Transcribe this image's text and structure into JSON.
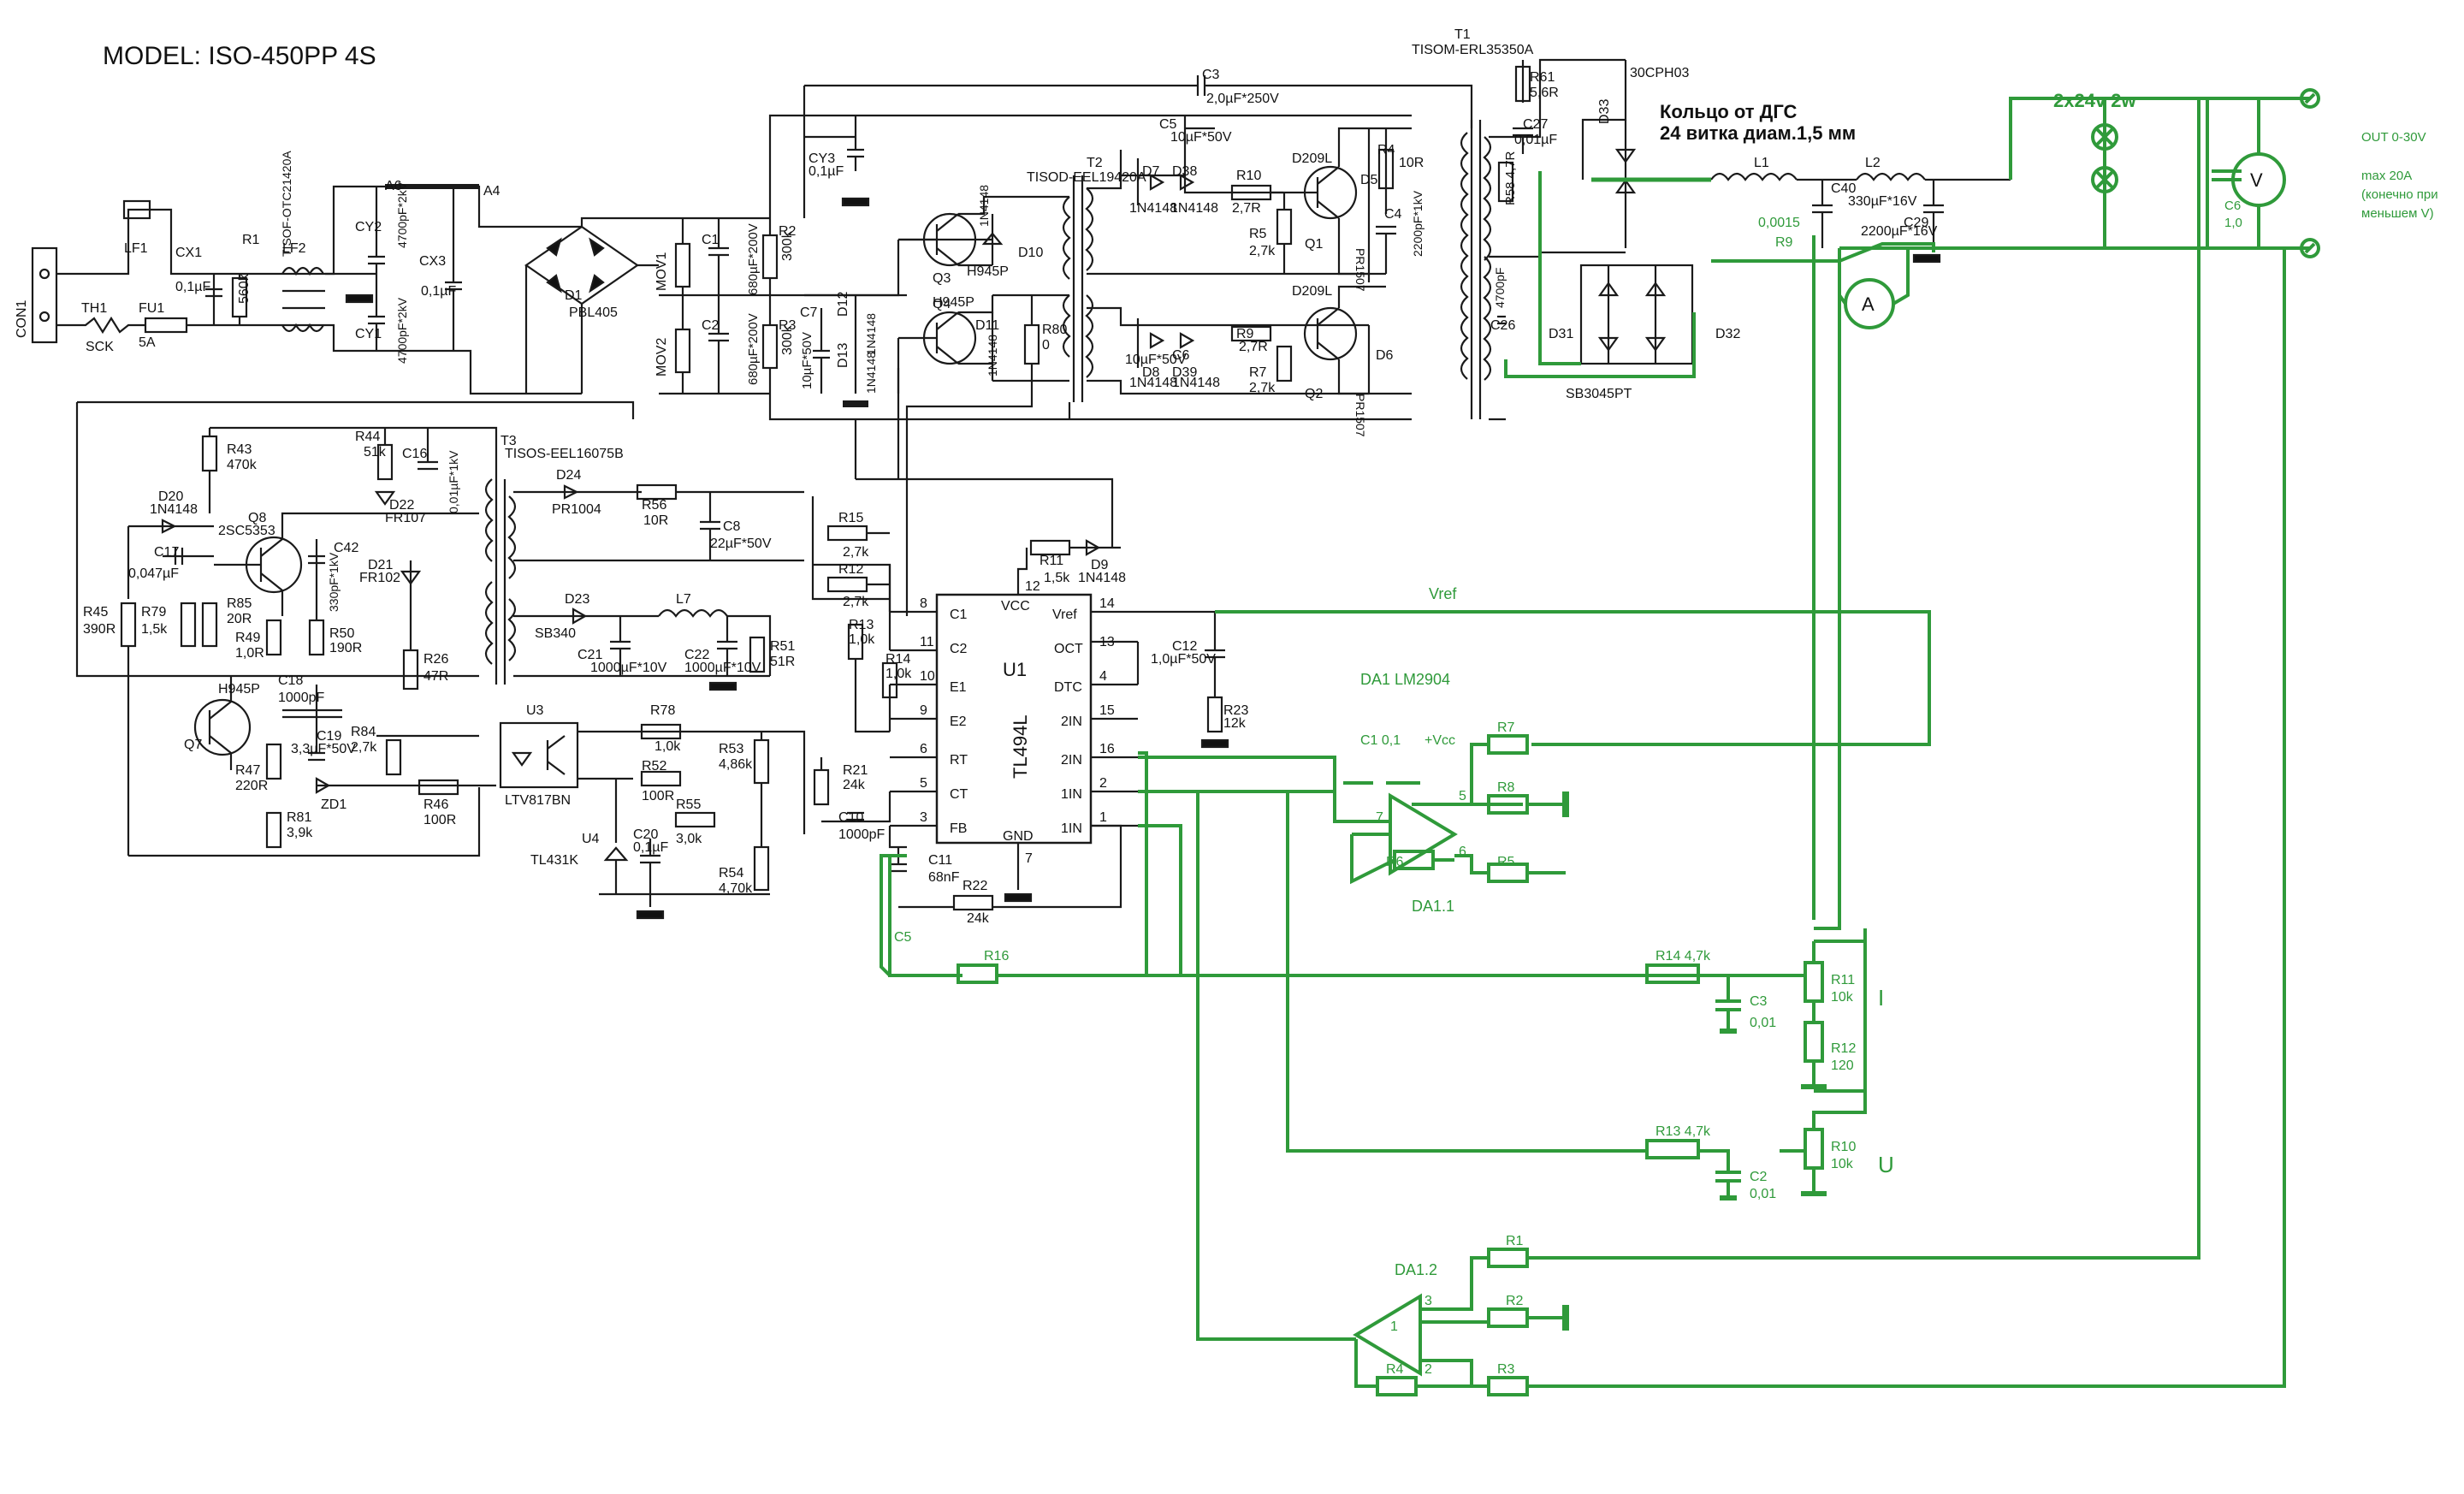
{
  "title": "MODEL: ISO-450PP 4S",
  "notes": {
    "ring": "Кольцо  от ДГС",
    "turns": "24  витка диам.1,5 мм",
    "lamps": "2x24v 2w",
    "out": "OUT 0-30V",
    "max": "max 20A",
    "max2": "(конечно при",
    "max3": "меньшем V)",
    "vref": "Vref",
    "da1": "DA1 LM2904",
    "da11": "DA1.1",
    "da12": "DA1.2",
    "I": "I",
    "U": "U",
    "vcc": "+Vcc",
    "A": "A",
    "V": "V",
    "c6": "C6",
    "c6v": "1,0",
    "r9": "0,0015",
    "r9n": "R9",
    "chip": "TL494L",
    "chipU": "U1"
  },
  "labels": [
    {
      "id": "CON1",
      "t": "CON1"
    },
    {
      "id": "LF1",
      "t": "LF1"
    },
    {
      "id": "TH1",
      "t": "TH1"
    },
    {
      "id": "SCK",
      "t": "SCK"
    },
    {
      "id": "FU1",
      "t": "FU1"
    },
    {
      "id": "5A",
      "t": "5A"
    },
    {
      "id": "CX1",
      "t": "CX1"
    },
    {
      "id": "CX1v",
      "t": "0,1µF"
    },
    {
      "id": "R1",
      "t": "R1"
    },
    {
      "id": "R1v",
      "t": "560k"
    },
    {
      "id": "LF2",
      "t": "LF2"
    },
    {
      "id": "LF2v",
      "t": "TISOF-OTC21420A"
    },
    {
      "id": "CY2",
      "t": "CY2"
    },
    {
      "id": "CY1",
      "t": "CY1"
    },
    {
      "id": "CY2v",
      "t": "4700pF*2kV"
    },
    {
      "id": "CY1v",
      "t": "4700pF*2kV"
    },
    {
      "id": "CX3",
      "t": "CX3"
    },
    {
      "id": "CX3v",
      "t": "0,1µF"
    },
    {
      "id": "A6",
      "t": "A6"
    },
    {
      "id": "A4",
      "t": "A4"
    },
    {
      "id": "D1",
      "t": "D1"
    },
    {
      "id": "D1v",
      "t": "PBL405"
    },
    {
      "id": "MOV1",
      "t": "MOV1"
    },
    {
      "id": "MOV2",
      "t": "MOV2"
    },
    {
      "id": "C1",
      "t": "C1"
    },
    {
      "id": "C1v",
      "t": "680µF*200V"
    },
    {
      "id": "C2",
      "t": "C2"
    },
    {
      "id": "C2v",
      "t": "680µF*200V"
    },
    {
      "id": "R2",
      "t": "R2"
    },
    {
      "id": "R2v",
      "t": "300k"
    },
    {
      "id": "R3",
      "t": "R3"
    },
    {
      "id": "R3v",
      "t": "300k"
    },
    {
      "id": "CY3",
      "t": "CY3"
    },
    {
      "id": "CY3v",
      "t": "0,1µF"
    },
    {
      "id": "C3",
      "t": "C3"
    },
    {
      "id": "C3v",
      "t": "2,0µF*250V"
    },
    {
      "id": "C7",
      "t": "C7"
    },
    {
      "id": "C7v",
      "t": "10µF*50V"
    },
    {
      "id": "D12",
      "t": "D12"
    },
    {
      "id": "D13",
      "t": "D13"
    },
    {
      "id": "D12v",
      "t": "1N4148"
    },
    {
      "id": "D13v",
      "t": "1N4148"
    },
    {
      "id": "Q3",
      "t": "Q3"
    },
    {
      "id": "Q4",
      "t": "Q4"
    },
    {
      "id": "H945P",
      "t": "H945P"
    },
    {
      "id": "H945P2",
      "t": "H945P"
    },
    {
      "id": "D10",
      "t": "D10"
    },
    {
      "id": "D11",
      "t": "D11"
    },
    {
      "id": "D10v",
      "t": "1N4148"
    },
    {
      "id": "D11v",
      "t": "1N4148"
    },
    {
      "id": "R80",
      "t": "R80"
    },
    {
      "id": "R80v",
      "t": "0"
    },
    {
      "id": "T2",
      "t": "T2"
    },
    {
      "id": "T2v",
      "t": "TISOD-EEL19420A"
    },
    {
      "id": "C5",
      "t": "C5"
    },
    {
      "id": "C5v",
      "t": "10µF*50V"
    },
    {
      "id": "D7",
      "t": "D7"
    },
    {
      "id": "D38",
      "t": "D38"
    },
    {
      "id": "D7v",
      "t": "1N4148"
    },
    {
      "id": "D38v",
      "t": "1N4148"
    },
    {
      "id": "R10",
      "t": "R10"
    },
    {
      "id": "R10v",
      "t": "2,7R"
    },
    {
      "id": "R5",
      "t": "R5"
    },
    {
      "id": "R5v",
      "t": "2,7k"
    },
    {
      "id": "C6b",
      "t": "C6"
    },
    {
      "id": "C6bv",
      "t": "10µF*50V"
    },
    {
      "id": "D8",
      "t": "D8"
    },
    {
      "id": "D39",
      "t": "D39"
    },
    {
      "id": "D8v",
      "t": "1N4148"
    },
    {
      "id": "D39v",
      "t": "1N4148"
    },
    {
      "id": "R9b",
      "t": "R9"
    },
    {
      "id": "R9bv",
      "t": "2,7R"
    },
    {
      "id": "R7b",
      "t": "R7"
    },
    {
      "id": "R7bv",
      "t": "2,7k"
    },
    {
      "id": "D209L",
      "t": "D209L"
    },
    {
      "id": "D209L2",
      "t": "D209L"
    },
    {
      "id": "Q1",
      "t": "Q1"
    },
    {
      "id": "Q2",
      "t": "Q2"
    },
    {
      "id": "D5",
      "t": "D5"
    },
    {
      "id": "D6",
      "t": "D6"
    },
    {
      "id": "PR1507",
      "t": "PR1507"
    },
    {
      "id": "PR1507b",
      "t": "PR1507"
    },
    {
      "id": "R4",
      "t": "R4"
    },
    {
      "id": "R4v",
      "t": "10R"
    },
    {
      "id": "C4",
      "t": "C4"
    },
    {
      "id": "C4v",
      "t": "2200pF*1kV"
    },
    {
      "id": "T1",
      "t": "T1"
    },
    {
      "id": "T1v",
      "t": "TISOM-ERL35350A"
    },
    {
      "id": "R61",
      "t": "R61"
    },
    {
      "id": "R61v",
      "t": "5,6R"
    },
    {
      "id": "C27",
      "t": "C27"
    },
    {
      "id": "C27v",
      "t": "0,01µF"
    },
    {
      "id": "R58",
      "t": "R58 4,7R"
    },
    {
      "id": "C26",
      "t": "C26"
    },
    {
      "id": "C26v",
      "t": "4700pF"
    },
    {
      "id": "D33",
      "t": "D33"
    },
    {
      "id": "30CPH03",
      "t": "30CPH03"
    },
    {
      "id": "D31",
      "t": "D31"
    },
    {
      "id": "D32",
      "t": "D32"
    },
    {
      "id": "SB3045PT",
      "t": "SB3045PT"
    },
    {
      "id": "L1",
      "t": "L1"
    },
    {
      "id": "L2",
      "t": "L2"
    },
    {
      "id": "C40",
      "t": "C40"
    },
    {
      "id": "C40v",
      "t": "330µF*16V"
    },
    {
      "id": "C29",
      "t": "C29"
    },
    {
      "id": "C29v",
      "t": "2200µF*16V"
    },
    {
      "id": "R43",
      "t": "R43"
    },
    {
      "id": "R43v",
      "t": "470k"
    },
    {
      "id": "R44",
      "t": "R44"
    },
    {
      "id": "R44v",
      "t": "51k"
    },
    {
      "id": "C16",
      "t": "C16"
    },
    {
      "id": "C16v",
      "t": "0,01µF*1kV"
    },
    {
      "id": "D22",
      "t": "D22"
    },
    {
      "id": "FR107",
      "t": "FR107"
    },
    {
      "id": "T3",
      "t": "T3"
    },
    {
      "id": "T3v",
      "t": "TISOS-EEL16075B"
    },
    {
      "id": "D20",
      "t": "D20"
    },
    {
      "id": "D20v",
      "t": "1N4148"
    },
    {
      "id": "Q8",
      "t": "Q8"
    },
    {
      "id": "2SC5353",
      "t": "2SC5353"
    },
    {
      "id": "C42",
      "t": "C42"
    },
    {
      "id": "C42v",
      "t": "330pF*1kV"
    },
    {
      "id": "C17",
      "t": "C17"
    },
    {
      "id": "C17v",
      "t": "0,047µF"
    },
    {
      "id": "D21",
      "t": "D21"
    },
    {
      "id": "FR102",
      "t": "FR102"
    },
    {
      "id": "R45",
      "t": "R45"
    },
    {
      "id": "R45v",
      "t": "390R"
    },
    {
      "id": "R79",
      "t": "R79"
    },
    {
      "id": "R79v",
      "t": "1,5k"
    },
    {
      "id": "R85",
      "t": "R85"
    },
    {
      "id": "R85v",
      "t": "20R"
    },
    {
      "id": "R49",
      "t": "R49"
    },
    {
      "id": "R49v",
      "t": "1,0R"
    },
    {
      "id": "R50",
      "t": "R50"
    },
    {
      "id": "R50v",
      "t": "190R"
    },
    {
      "id": "R26",
      "t": "R26"
    },
    {
      "id": "R26v",
      "t": "47R"
    },
    {
      "id": "Q7",
      "t": "Q7"
    },
    {
      "id": "H945P3",
      "t": "H945P"
    },
    {
      "id": "C18",
      "t": "C18"
    },
    {
      "id": "C18v",
      "t": "1000pF"
    },
    {
      "id": "C19",
      "t": "C19"
    },
    {
      "id": "C19v",
      "t": "3,3µF*50V"
    },
    {
      "id": "R84",
      "t": "R84"
    },
    {
      "id": "R84v",
      "t": "2,7k"
    },
    {
      "id": "R47",
      "t": "R47"
    },
    {
      "id": "R47v",
      "t": "220R"
    },
    {
      "id": "ZD1",
      "t": "ZD1"
    },
    {
      "id": "R46",
      "t": "R46"
    },
    {
      "id": "R46v",
      "t": "100R"
    },
    {
      "id": "R81",
      "t": "R81"
    },
    {
      "id": "R81v",
      "t": "3,9k"
    },
    {
      "id": "D24",
      "t": "D24"
    },
    {
      "id": "PR1004",
      "t": "PR1004"
    },
    {
      "id": "R56",
      "t": "R56"
    },
    {
      "id": "R56v",
      "t": "10R"
    },
    {
      "id": "C8",
      "t": "C8"
    },
    {
      "id": "C8v",
      "t": "22µF*50V"
    },
    {
      "id": "D23",
      "t": "D23"
    },
    {
      "id": "SB340",
      "t": "SB340"
    },
    {
      "id": "L7",
      "t": "L7"
    },
    {
      "id": "C21",
      "t": "C21"
    },
    {
      "id": "C21v",
      "t": "1000µF*10V"
    },
    {
      "id": "C22",
      "t": "C22"
    },
    {
      "id": "C22v",
      "t": "1000µF*10V"
    },
    {
      "id": "R51",
      "t": "R51"
    },
    {
      "id": "R51v",
      "t": "51R"
    },
    {
      "id": "U3",
      "t": "U3"
    },
    {
      "id": "LTV817BN",
      "t": "LTV817BN"
    },
    {
      "id": "R78",
      "t": "R78"
    },
    {
      "id": "R78v",
      "t": "1,0k"
    },
    {
      "id": "R52",
      "t": "R52"
    },
    {
      "id": "R52v",
      "t": "100R"
    },
    {
      "id": "R53",
      "t": "R53"
    },
    {
      "id": "R53v",
      "t": "4,86k"
    },
    {
      "id": "R55",
      "t": "R55"
    },
    {
      "id": "R55v",
      "t": "3,0k"
    },
    {
      "id": "R54",
      "t": "R54"
    },
    {
      "id": "R54v",
      "t": "4,70k"
    },
    {
      "id": "U4",
      "t": "U4"
    },
    {
      "id": "TL431K",
      "t": "TL431K"
    },
    {
      "id": "C20",
      "t": "C20"
    },
    {
      "id": "C20v",
      "t": "0,1µF"
    },
    {
      "id": "R15",
      "t": "R15"
    },
    {
      "id": "R15v",
      "t": "2,7k"
    },
    {
      "id": "R12",
      "t": "R12"
    },
    {
      "id": "R12v",
      "t": "2,7k"
    },
    {
      "id": "R13",
      "t": "R13"
    },
    {
      "id": "R13v",
      "t": "1,0k"
    },
    {
      "id": "R14",
      "t": "R14"
    },
    {
      "id": "R14v",
      "t": "1,0k"
    },
    {
      "id": "R21",
      "t": "R21"
    },
    {
      "id": "R21v",
      "t": "24k"
    },
    {
      "id": "C10",
      "t": "C10"
    },
    {
      "id": "C10v",
      "t": "1000pF"
    },
    {
      "id": "C11",
      "t": "C11"
    },
    {
      "id": "C11v",
      "t": "68nF"
    },
    {
      "id": "R22",
      "t": "R22"
    },
    {
      "id": "R22v",
      "t": "24k"
    },
    {
      "id": "R11",
      "t": "R11"
    },
    {
      "id": "R11v",
      "t": "1,5k"
    },
    {
      "id": "D9",
      "t": "D9"
    },
    {
      "id": "D9v",
      "t": "1N4148"
    },
    {
      "id": "C12",
      "t": "C12"
    },
    {
      "id": "C12v",
      "t": "1,0µF*50V"
    },
    {
      "id": "R23",
      "t": "R23"
    },
    {
      "id": "R23v",
      "t": "12k"
    }
  ],
  "chip_pins": {
    "vcc": "VCC",
    "vref": "Vref",
    "c1": "C1",
    "oct": "OCT",
    "c2": "C2",
    "dtc": "DTC",
    "e1": "E1",
    "e2": "E2",
    "in2m": "2IN",
    "in2p": "2IN",
    "rt": "RT",
    "in1p": "1IN",
    "ct": "CT",
    "in1m": "1IN",
    "fb": "FB",
    "gnd": "GND",
    "p12": "12",
    "p14": "14",
    "p8": "8",
    "p13": "13",
    "p11": "11",
    "p4": "4",
    "p10": "10",
    "p9": "9",
    "p15": "15",
    "p6": "6",
    "p16": "16",
    "p5": "5",
    "p2": "2",
    "p3": "3",
    "p1": "1",
    "p7": "7"
  },
  "green_labels": [
    {
      "id": "gC1",
      "t": "C1 0,1"
    },
    {
      "id": "gR7",
      "t": "R7"
    },
    {
      "id": "gR8",
      "t": "R8"
    },
    {
      "id": "gR6",
      "t": "R6"
    },
    {
      "id": "gR5",
      "t": "R5"
    },
    {
      "id": "gC5",
      "t": "C5"
    },
    {
      "id": "gR16",
      "t": "R16"
    },
    {
      "id": "gR14",
      "t": "R14  4,7k"
    },
    {
      "id": "gC3",
      "t": "C3"
    },
    {
      "id": "gC3v",
      "t": "0,01"
    },
    {
      "id": "gR11",
      "t": "R11"
    },
    {
      "id": "gR11v",
      "t": "10k"
    },
    {
      "id": "gR12",
      "t": "R12"
    },
    {
      "id": "gR12v",
      "t": "120"
    },
    {
      "id": "gR13",
      "t": "R13  4,7k"
    },
    {
      "id": "gC2",
      "t": "C2"
    },
    {
      "id": "gC2v",
      "t": "0,01"
    },
    {
      "id": "gR10",
      "t": "R10"
    },
    {
      "id": "gR10v",
      "t": "10k"
    },
    {
      "id": "gR1",
      "t": "R1"
    },
    {
      "id": "gR2",
      "t": "R2"
    },
    {
      "id": "gR4",
      "t": "R4"
    },
    {
      "id": "gR3",
      "t": "R3"
    },
    {
      "id": "p5a",
      "t": "5"
    },
    {
      "id": "p7a",
      "t": "7"
    },
    {
      "id": "p6a",
      "t": "6"
    },
    {
      "id": "p3b",
      "t": "3"
    },
    {
      "id": "p1b",
      "t": "1"
    },
    {
      "id": "p2b",
      "t": "2"
    }
  ],
  "colors": {
    "wire": "#1a1a1a",
    "mod": "#2f9a3a",
    "bg": "#ffffff"
  }
}
